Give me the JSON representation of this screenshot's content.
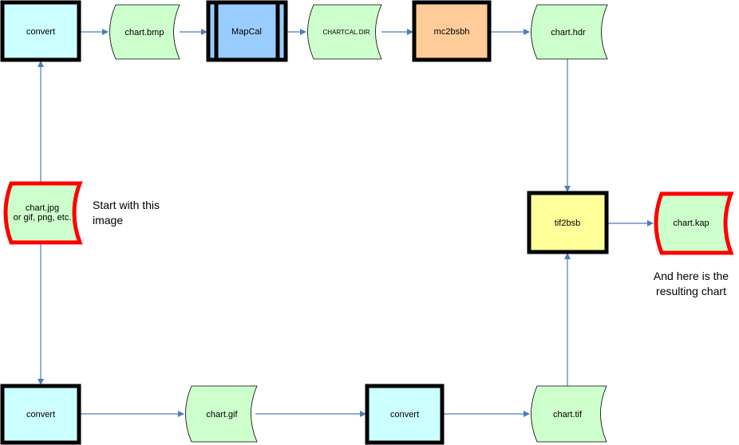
{
  "colors": {
    "process_cyan": "#ccffff",
    "process_blue": "#99ccff",
    "process_orange": "#ffcc99",
    "process_yellow": "#ffff99",
    "document_green": "#ccffcc",
    "highlight_red": "#ff0000",
    "connector_blue": "#4a7ebb",
    "border_black": "#000000"
  },
  "nodes": {
    "convert_top": {
      "label": "convert"
    },
    "chart_bmp": {
      "label": "chart.bmp"
    },
    "mapcal": {
      "label": "MapCal"
    },
    "chartcal_dir": {
      "label": "CHARTCAL.DIR"
    },
    "mc2bsbh": {
      "label": "mc2bsbh"
    },
    "chart_hdr": {
      "label": "chart.hdr"
    },
    "chart_jpg": {
      "line1": "chart.jpg",
      "line2": "or gif, png, etc."
    },
    "tif2bsb": {
      "label": "tif2bsb"
    },
    "chart_kap": {
      "label": "chart.kap"
    },
    "convert_bottom_left": {
      "label": "convert"
    },
    "chart_gif": {
      "label": "chart.gif"
    },
    "convert_bottom_mid": {
      "label": "convert"
    },
    "chart_tif": {
      "label": "chart.tif"
    }
  },
  "annotations": {
    "start": {
      "line1": "Start with this",
      "line2": "image"
    },
    "result": {
      "line1": "And here is the",
      "line2": "resulting chart"
    }
  }
}
